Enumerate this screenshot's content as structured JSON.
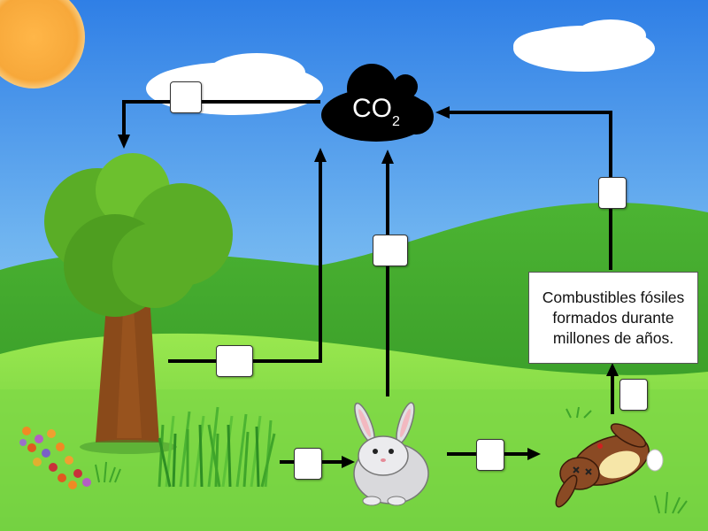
{
  "cloud_label": {
    "main": "CO",
    "sub": "2"
  },
  "fossil_box_text": "Combustibles fósiles formados durante millones de años.",
  "answer_boxes": [
    {
      "id": "cloud-to-tree",
      "value": ""
    },
    {
      "id": "tree-to-cloud",
      "value": ""
    },
    {
      "id": "rabbit-to-cloud",
      "value": ""
    },
    {
      "id": "fossil-to-cloud",
      "value": ""
    },
    {
      "id": "grass-to-rabbit",
      "value": ""
    },
    {
      "id": "rabbit-to-dead-rabbit",
      "value": ""
    },
    {
      "id": "dead-rabbit-to-fossil",
      "value": ""
    }
  ],
  "colors": {
    "sky_top": "#2f7fe6",
    "sky_bottom": "#9fd2f7",
    "grass_light": "#8ee24a",
    "grass_dark": "#3fa52a",
    "sun": "#f7a83a",
    "co2_cloud": "#000000",
    "arrow": "#000000"
  }
}
